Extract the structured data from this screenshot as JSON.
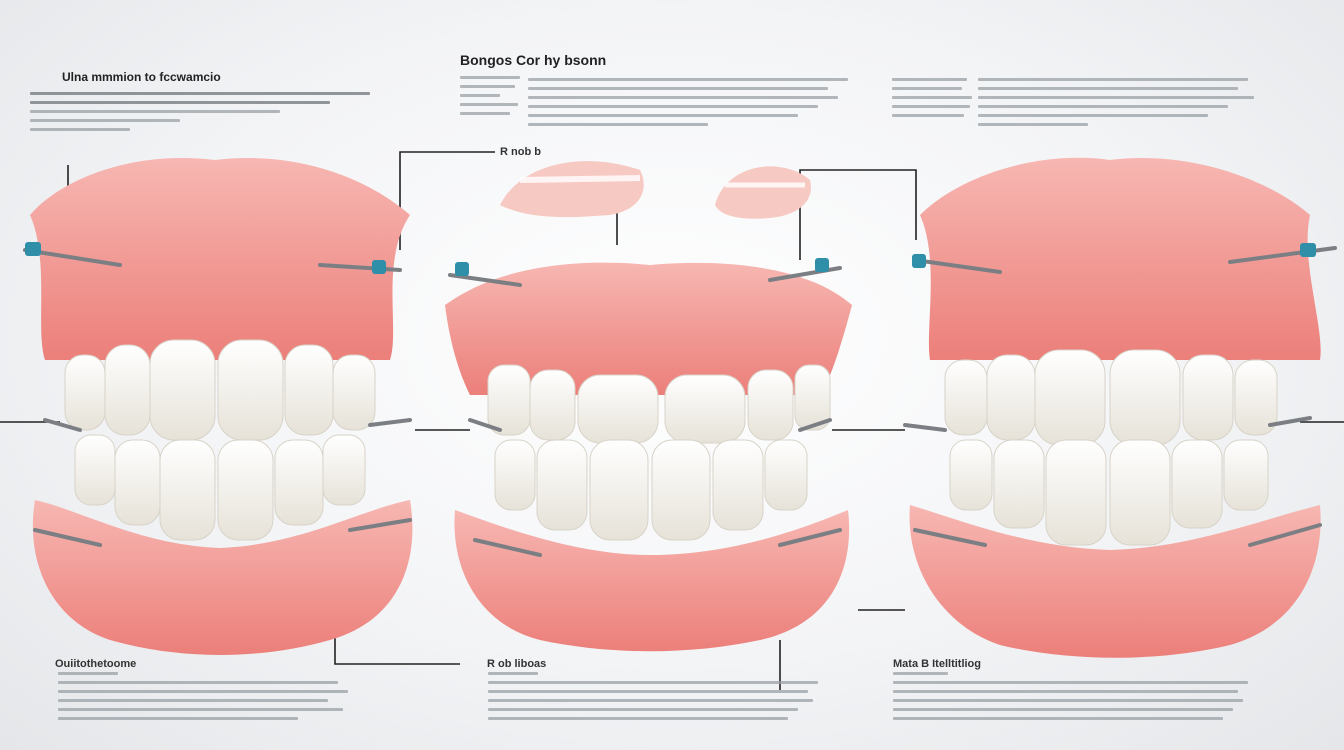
{
  "texts": {
    "top_left": "Ulna mmmion to fccwamcio",
    "top_center": "Bongos Cor hy bsonn",
    "center_mid": "R nob b",
    "bottom_left": "Ouiitothetoome",
    "bottom_center": "R ob liboas",
    "bottom_right": "Mata B Itelltitliog"
  },
  "colors": {
    "gum": "#f08a86",
    "gum_light": "#f7b7b2",
    "tooth": "#f7f5ef",
    "metal": "#7b7f84",
    "accent": "#2f8fa8",
    "line": "#222222"
  }
}
